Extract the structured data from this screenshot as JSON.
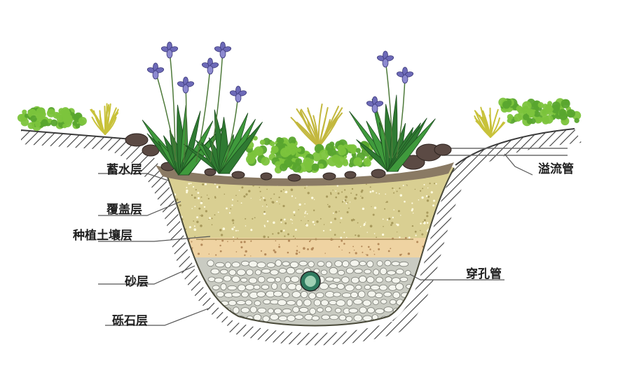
{
  "labels": {
    "storage_layer": "蓄水层",
    "cover_layer": "覆盖层",
    "planting_soil_layer": "种植土壤层",
    "sand_layer": "砂层",
    "gravel_layer": "砾石层",
    "overflow_pipe": "溢流管",
    "perforated_pipe": "穿孔管"
  },
  "colors": {
    "cover": "#d9cf92",
    "sand": "#efd3a2",
    "gravel_fill": "#c9cbc2",
    "pebble": "#f4f5ee",
    "leaf_dark": "#2f7a32",
    "leaf_light": "#7cc43c",
    "iris_flower": "#6d6ab8",
    "rock": "#5b4a44"
  }
}
